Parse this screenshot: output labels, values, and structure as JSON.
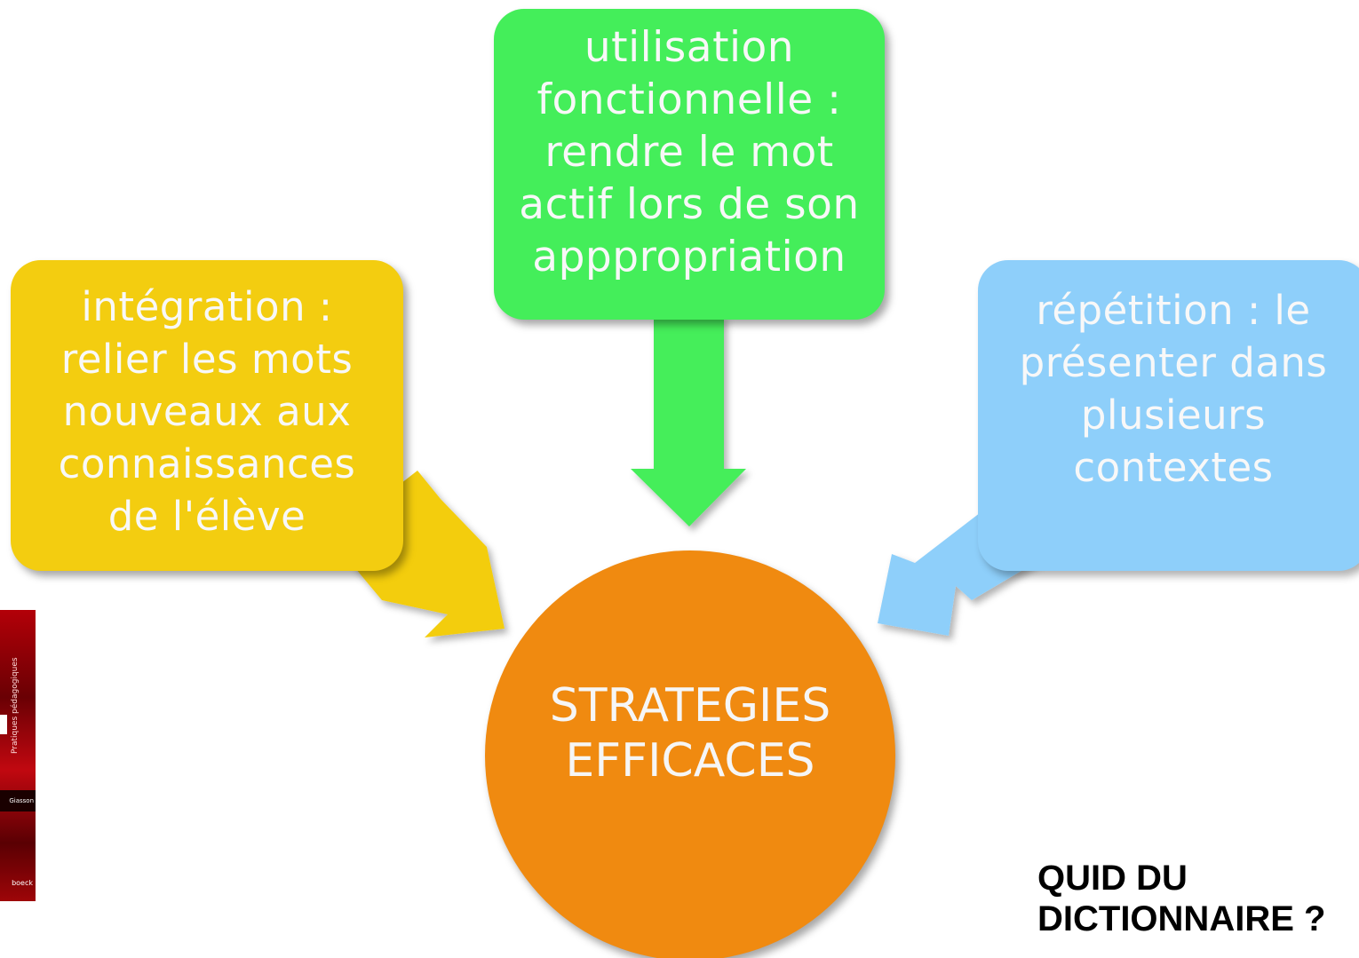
{
  "boxes": {
    "left": {
      "text": "intégration :\nrelier les mots\nnouveaux aux\nconnaissances\nde l'élève",
      "color": "#f3cd10"
    },
    "top": {
      "text": "utilisation\nfonctionnelle :\nrendre le mot\nactif lors de son\napppropriation",
      "color": "#44ee5a"
    },
    "right": {
      "text": "répétition : le\nprésenter dans\nplusieurs\ncontextes",
      "color": "#8ecffa"
    }
  },
  "center": {
    "text": "STRATEGIES\nEFFICACES",
    "color": "#f08a10"
  },
  "book": {
    "spine_text": "Pratiques pédagogiques",
    "author_fragment": "Giasson",
    "publisher_fragment": "boeck",
    "color": "#b30008"
  },
  "footer": {
    "question": "QUID DU\nDICTIONNAIRE ?"
  }
}
